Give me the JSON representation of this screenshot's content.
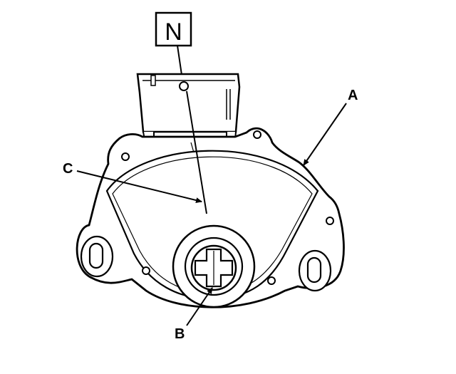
{
  "diagram": {
    "position_box_text": "N",
    "labels": {
      "a": "A",
      "b": "B",
      "c": "C"
    }
  }
}
